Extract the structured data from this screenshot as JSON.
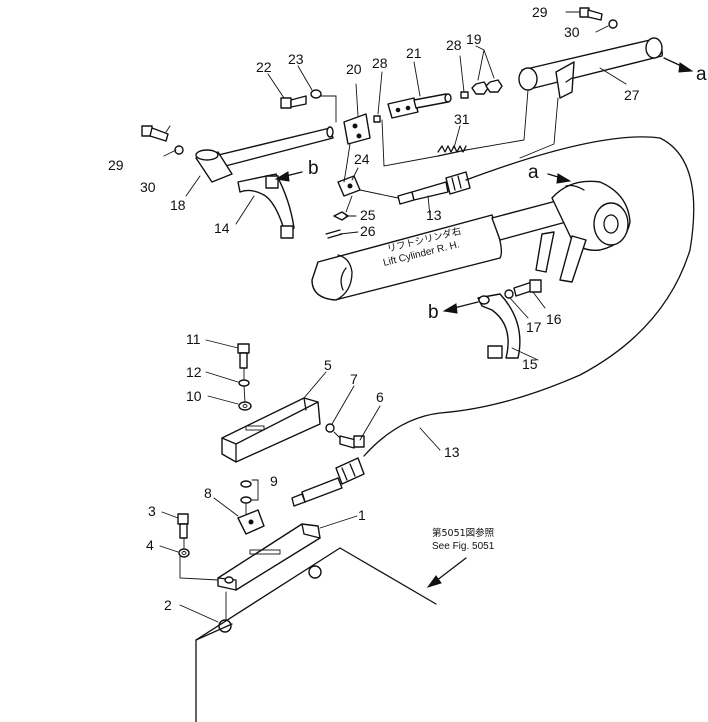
{
  "callouts": {
    "n1": "1",
    "n2": "2",
    "n3": "3",
    "n4": "4",
    "n5": "5",
    "n6": "6",
    "n7": "7",
    "n8": "8",
    "n9": "9",
    "n10": "10",
    "n11": "11",
    "n12": "12",
    "n13a": "13",
    "n13b": "13",
    "n14": "14",
    "n15": "15",
    "n16": "16",
    "n17": "17",
    "n18": "18",
    "n19": "19",
    "n20": "20",
    "n21": "21",
    "n22": "22",
    "n23": "23",
    "n24": "24",
    "n25": "25",
    "n26": "26",
    "n27": "27",
    "n28a": "28",
    "n28b": "28",
    "n29a": "29",
    "n29b": "29",
    "n30a": "30",
    "n30b": "30",
    "n31": "31"
  },
  "references": {
    "a1": "a",
    "a2": "a",
    "b1": "b",
    "b2": "b"
  },
  "labels": {
    "lift_cylinder_jp": "リフトシリンダ右",
    "lift_cylinder_en": "Lift Cylinder R. H.",
    "see_fig_jp": "第5051図参照",
    "see_fig_en": "See Fig. 5051"
  }
}
